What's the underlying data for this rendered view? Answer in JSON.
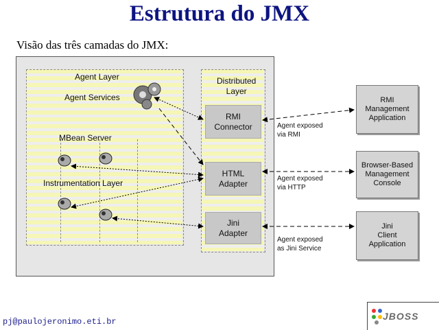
{
  "title": "Estrutura do JMX",
  "subtitle": "Visão das três camadas do JMX:",
  "agent_layer": {
    "title": "Agent Layer",
    "services": "Agent Services",
    "mbean_server": "MBean Server",
    "instrumentation": "Instrumentation Layer"
  },
  "distributed_layer": {
    "title": "Distributed\nLayer",
    "rmi_connector": "RMI\nConnector",
    "html_adapter": "HTML\nAdapter",
    "jini_adapter": "Jini\nAdapter"
  },
  "exposures": {
    "rmi": "Agent exposed\nvia RMI",
    "http": "Agent exposed\nvia HTTP",
    "jini": "Agent exposed\nas Jini Service"
  },
  "clients": {
    "rmi": "RMI\nManagement\nApplication",
    "browser": "Browser-Based\nManagement\nConsole",
    "jini": "Jini\nClient\nApplication"
  },
  "footer": {
    "email": "pj@paulojeronimo.eti.br",
    "logo_text": "JBOSS"
  },
  "colors": {
    "title": "#0d1480",
    "stripe_yellow": "#f6f6b6",
    "box_gray": "#c8c8c8"
  },
  "icons": [
    "gears-icon",
    "mbean-bean-icon"
  ]
}
